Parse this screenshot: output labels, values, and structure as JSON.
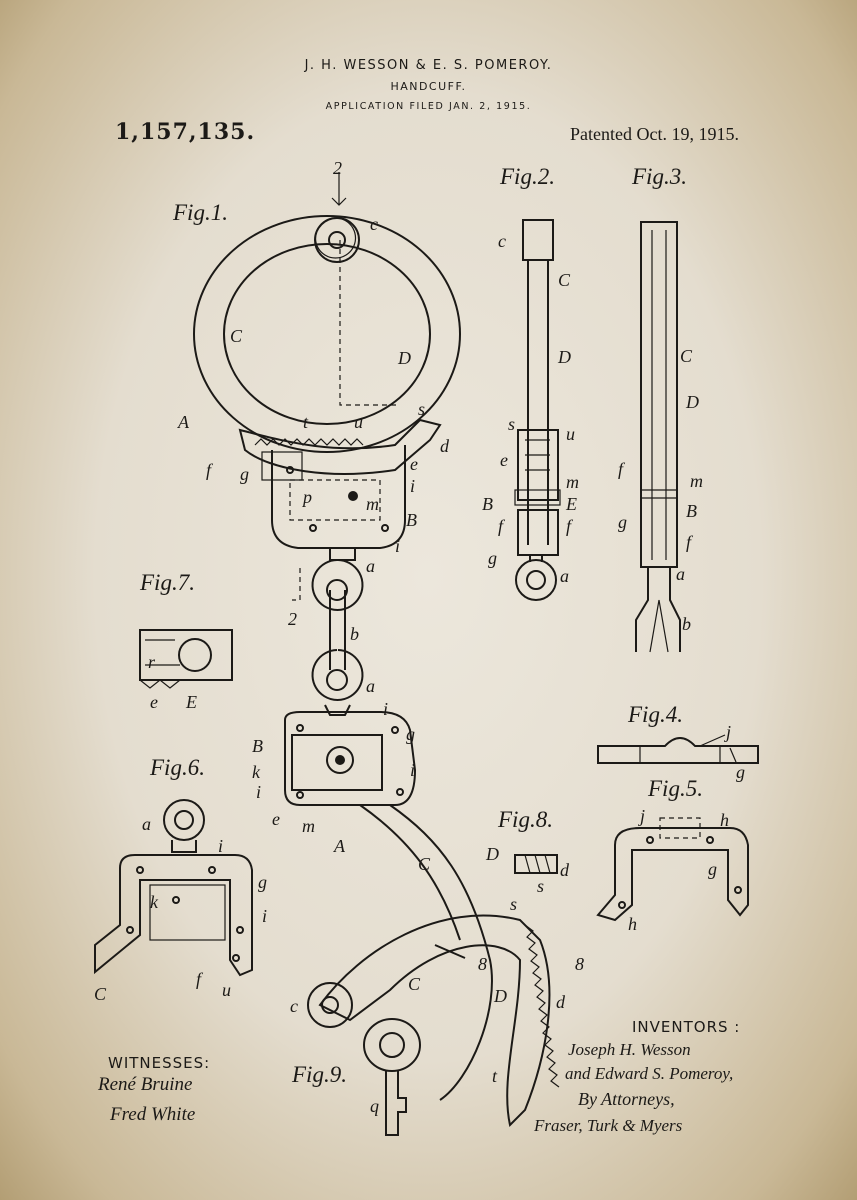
{
  "header": {
    "inventors_line": "J. H. WESSON & E. S. POMEROY.",
    "title": "HANDCUFF.",
    "filed": "APPLICATION FILED JAN. 2, 1915."
  },
  "patent": {
    "number": "1,157,135.",
    "date": "Patented  Oct. 19, 1915."
  },
  "figures": {
    "fig1": "Fig.1.",
    "fig2": "Fig.2.",
    "fig3": "Fig.3.",
    "fig4": "Fig.4.",
    "fig5": "Fig.5.",
    "fig6": "Fig.6.",
    "fig7": "Fig.7.",
    "fig8": "Fig.8.",
    "fig9": "Fig.9."
  },
  "section_marks": {
    "top": "2",
    "mid": "2",
    "fig8_left": "8",
    "fig8_right": "8"
  },
  "witnesses": {
    "heading": "WITNESSES:",
    "names": [
      "René Bruine",
      "Fred White"
    ]
  },
  "inventors": {
    "heading": "INVENTORS :",
    "names": [
      "Joseph H. Wesson",
      "and  Edward S. Pomeroy,"
    ],
    "by_attorneys": "By Attorneys,",
    "attorneys_signature": "Fraser, Turk & Myers"
  },
  "reference_letters": {
    "fig1": [
      "c",
      "C",
      "D",
      "A",
      "t",
      "u",
      "s",
      "d",
      "f",
      "g",
      "e",
      "i",
      "p",
      "m",
      "B",
      "i",
      "a",
      "b",
      "a",
      "i",
      "g",
      "B",
      "k",
      "i",
      "i",
      "e",
      "m",
      "A",
      "C",
      "C",
      "c",
      "s",
      "D",
      "d",
      "t"
    ],
    "fig2": [
      "c",
      "C",
      "D",
      "s",
      "u",
      "e",
      "m",
      "B",
      "E",
      "f",
      "f",
      "g",
      "a"
    ],
    "fig3": [
      "C",
      "D",
      "f",
      "m",
      "g",
      "B",
      "f",
      "a",
      "b"
    ],
    "fig4": [
      "j",
      "g"
    ],
    "fig5": [
      "j",
      "h",
      "g",
      "h"
    ],
    "fig6": [
      "a",
      "i",
      "g",
      "k",
      "i",
      "C",
      "f",
      "u"
    ],
    "fig7": [
      "r",
      "e",
      "E"
    ],
    "fig8": [
      "D",
      "d",
      "s"
    ],
    "fig9": [
      "q"
    ]
  }
}
